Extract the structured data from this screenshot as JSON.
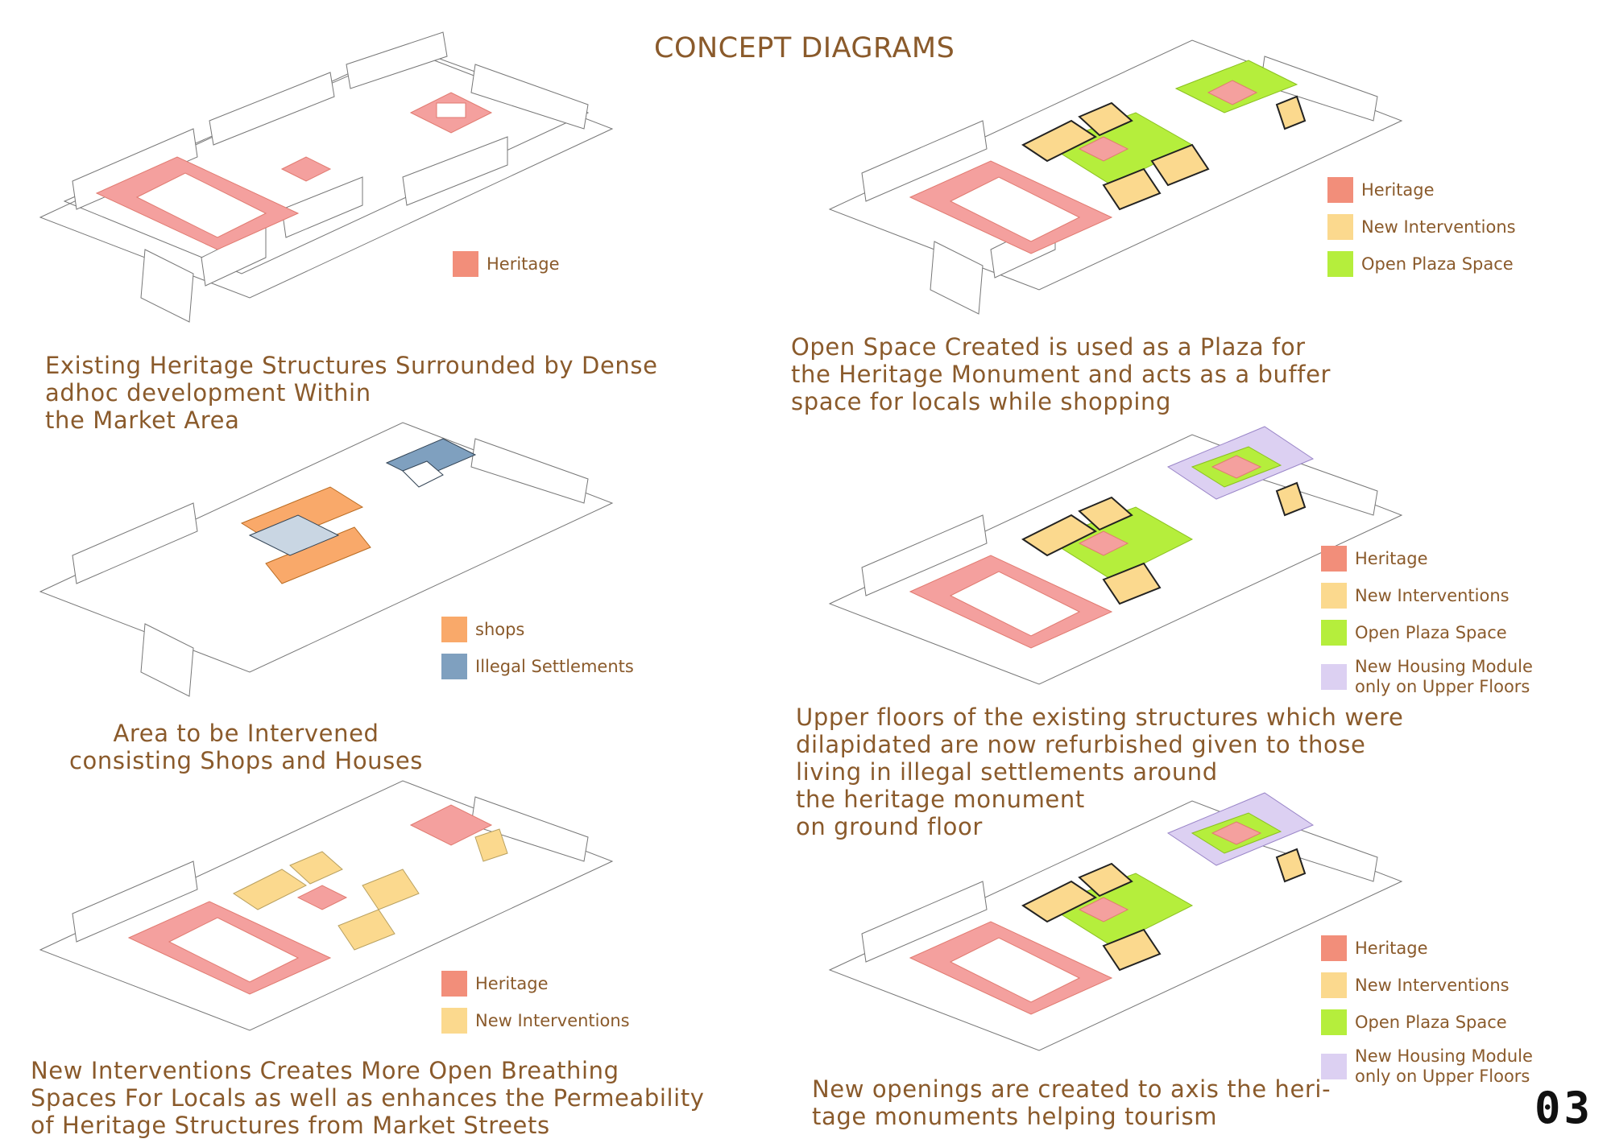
{
  "title": "CONCEPT DIAGRAMS",
  "page_number": "03",
  "colors": {
    "heritage": "#f28e7a",
    "heritage_fill": "#f4a09e",
    "new_interventions": "#fbd98e",
    "open_plaza": "#b5ee3c",
    "new_housing": "#dcd0f2",
    "shops": "#f9a96a",
    "illegal_settlements": "#7fa0bf"
  },
  "panels": [
    {
      "caption": "Existing Heritage Structures Surrounded by Dense\nadhoc development Within\nthe Market Area",
      "legend": [
        {
          "swatch": "heritage",
          "label": "Heritage"
        }
      ]
    },
    {
      "caption": "Open Space Created is used as a Plaza for\nthe Heritage Monument and acts as a buffer\nspace for locals while shopping",
      "legend": [
        {
          "swatch": "heritage",
          "label": "Heritage"
        },
        {
          "swatch": "new_interventions",
          "label": "New Interventions"
        },
        {
          "swatch": "open_plaza",
          "label": "Open Plaza Space"
        }
      ]
    },
    {
      "caption": "Area to be Intervened\nconsisting Shops and Houses",
      "legend": [
        {
          "swatch": "shops",
          "label": "shops"
        },
        {
          "swatch": "illegal_settlements",
          "label": "Illegal Settlements"
        }
      ]
    },
    {
      "caption": "Upper floors of the existing structures which were\ndilapidated are now refurbished given to those\nliving in illegal settlements around\n the heritage monument\n on ground floor",
      "legend": [
        {
          "swatch": "heritage",
          "label": "Heritage"
        },
        {
          "swatch": "new_interventions",
          "label": "New Interventions"
        },
        {
          "swatch": "open_plaza",
          "label": "Open Plaza Space"
        },
        {
          "swatch": "new_housing",
          "label": "New Housing Module\nonly on Upper Floors"
        }
      ]
    },
    {
      "caption": "New Interventions Creates More Open Breathing\nSpaces For Locals as well as enhances the Permeability\nof Heritage Structures from Market Streets",
      "legend": [
        {
          "swatch": "heritage",
          "label": "Heritage"
        },
        {
          "swatch": "new_interventions",
          "label": "New Interventions"
        }
      ]
    },
    {
      "caption": "New openings are created to axis the heri-\ntage monuments helping tourism",
      "legend": [
        {
          "swatch": "heritage",
          "label": "Heritage"
        },
        {
          "swatch": "new_interventions",
          "label": "New Interventions"
        },
        {
          "swatch": "open_plaza",
          "label": "Open Plaza Space"
        },
        {
          "swatch": "new_housing",
          "label": "New Housing Module\nonly on Upper Floors"
        }
      ]
    }
  ]
}
